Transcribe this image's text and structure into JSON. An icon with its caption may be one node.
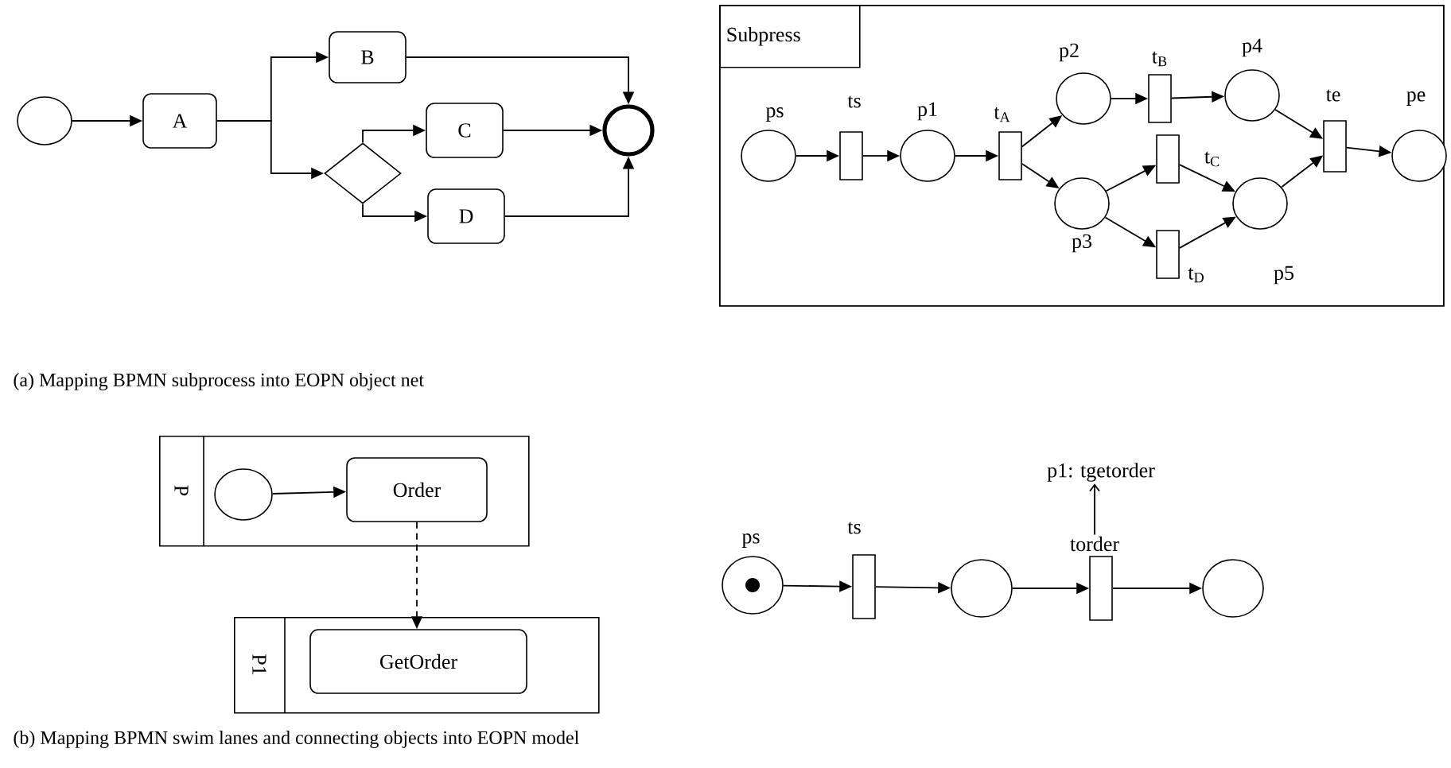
{
  "diagram": {
    "nodes": [
      {
        "text": [],
        "shape": "circle"
      },
      {
        "text": [
          "A"
        ]
      },
      {
        "text": [
          "B"
        ]
      },
      {
        "text": [],
        "shape": "diamond"
      },
      {
        "text": [
          "C"
        ]
      },
      {
        "text": [
          "D"
        ]
      },
      {
        "text": [],
        "shape": "circle"
      },
      {
        "text": [],
        "shape": "box"
      },
      {
        "text": [],
        "shape": "circle",
        "in": 7,
        "beside": [
          "ps"
        ]
      },
      {
        "text": [],
        "shape": "bar",
        "in": 7,
        "beside": [
          "ts"
        ]
      },
      {
        "text": [],
        "shape": "circle",
        "in": 7,
        "beside": [
          "p1"
        ]
      },
      {
        "text": [],
        "shape": "bar",
        "in": 7,
        "beside": [
          "t$_{A}$"
        ]
      },
      {
        "text": [],
        "shape": "circle",
        "in": 7,
        "beside": [
          "p2"
        ]
      },
      {
        "text": [],
        "shape": "circle",
        "in": 7,
        "beside": [
          "p3"
        ]
      },
      {
        "text": [],
        "shape": "bar",
        "in": 7,
        "beside": [
          "t$_{B}$"
        ]
      },
      {
        "text": [],
        "shape": "bar",
        "in": 7,
        "beside": [
          "t$_{C}$"
        ]
      },
      {
        "text": [],
        "shape": "bar",
        "in": 7,
        "beside": [
          "t$_{D}$"
        ]
      },
      {
        "text": [],
        "shape": "circle",
        "in": 7,
        "beside": [
          "p4"
        ]
      },
      {
        "text": [],
        "shape": "circle",
        "in": 7,
        "beside": [
          "p5"
        ]
      },
      {
        "text": [],
        "shape": "bar",
        "in": 7,
        "beside": [
          "te"
        ]
      },
      {
        "text": [],
        "shape": "circle",
        "in": 7,
        "beside": [
          "pe"
        ]
      },
      {
        "text": [
          "P"
        ]
      },
      {
        "text": [],
        "shape": "circle",
        "in": 21
      },
      {
        "text": [
          "Order"
        ],
        "in": 21
      },
      {
        "text": [
          "P1"
        ]
      },
      {
        "text": [
          "GetOrder"
        ],
        "in": 24
      },
      {
        "text": [],
        "shape": "circle",
        "beside": [
          "ps"
        ]
      },
      {
        "text": [],
        "shape": "bar",
        "beside": [
          "ts"
        ]
      },
      {
        "text": [],
        "shape": "circle"
      },
      {
        "text": [],
        "shape": "bar"
      },
      {
        "text": [
          "torder"
        ]
      },
      {
        "text": [
          "p1: tgetorder"
        ]
      },
      {
        "text": [],
        "shape": "circle"
      },
      {
        "text": [
          "Subpress"
        ],
        "in": 7
      }
    ],
    "edges": [
      {
        "from": 0,
        "to": 1,
        "arrow": "to"
      },
      {
        "from": 1,
        "to": 2,
        "arrow": "to"
      },
      {
        "from": 1,
        "to": 3,
        "arrow": "to"
      },
      {
        "from": 3,
        "to": 4,
        "arrow": "to"
      },
      {
        "from": 3,
        "to": 5,
        "arrow": "to"
      },
      {
        "from": 2,
        "to": 6,
        "arrow": "to"
      },
      {
        "from": 4,
        "to": 6,
        "arrow": "to"
      },
      {
        "from": 5,
        "to": 6,
        "arrow": "to"
      },
      {
        "from": 8,
        "to": 9,
        "arrow": "to"
      },
      {
        "from": 9,
        "to": 10,
        "arrow": "to"
      },
      {
        "from": 10,
        "to": 11,
        "arrow": "to"
      },
      {
        "from": 11,
        "to": 12,
        "arrow": "to"
      },
      {
        "from": 11,
        "to": 13,
        "arrow": "to"
      },
      {
        "from": 12,
        "to": 14,
        "arrow": "to"
      },
      {
        "from": 14,
        "to": 17,
        "arrow": "to"
      },
      {
        "from": 13,
        "to": 15,
        "arrow": "to"
      },
      {
        "from": 13,
        "to": 16,
        "arrow": "to"
      },
      {
        "from": 15,
        "to": 18,
        "arrow": "to"
      },
      {
        "from": 16,
        "to": 18,
        "arrow": "to"
      },
      {
        "from": 17,
        "to": 19,
        "arrow": "to"
      },
      {
        "from": 18,
        "to": 19,
        "arrow": "to"
      },
      {
        "from": 19,
        "to": 20,
        "arrow": "to"
      },
      {
        "from": 22,
        "to": 23,
        "arrow": "to"
      },
      {
        "from": 23,
        "to": 25,
        "arrow": "to",
        "style": "dashed"
      },
      {
        "from": 26,
        "to": 27,
        "arrow": "to"
      },
      {
        "from": 27,
        "to": 28,
        "arrow": "to"
      },
      {
        "from": 28,
        "to": 29,
        "arrow": "to"
      },
      {
        "from": 29,
        "to": 32,
        "arrow": "to"
      },
      {
        "from": 30,
        "to": 31,
        "arrow": "to"
      }
    ],
    "labels": [
      "(a) Mapping BPMN subprocess into EOPN object  net",
      "(b)  Mapping BPMN swim lanes and connecting objects into EOPN model"
    ]
  }
}
